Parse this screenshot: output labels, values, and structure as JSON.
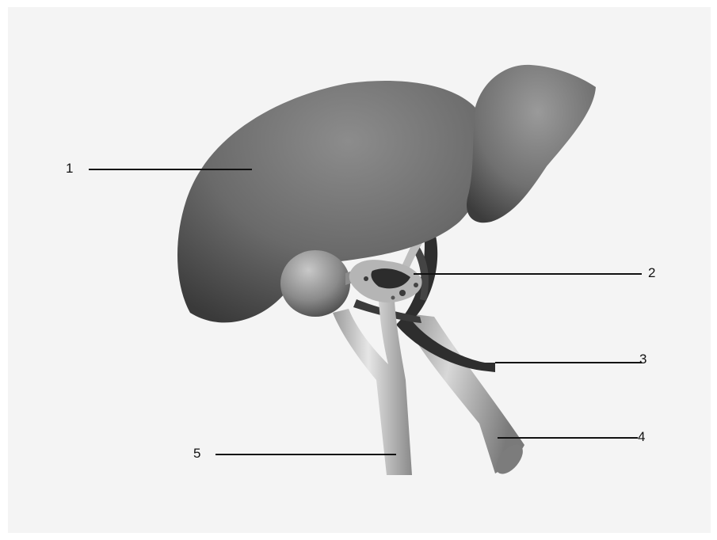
{
  "diagram": {
    "structures": [
      {
        "id": "liver",
        "icon": "liver-illustration"
      },
      {
        "id": "gallbladder",
        "icon": "gallbladder-illustration"
      },
      {
        "id": "hilar-lesion",
        "icon": "lesion-illustration"
      },
      {
        "id": "dark-duct",
        "icon": "dark-vessel-illustration"
      },
      {
        "id": "portal-trunk",
        "icon": "large-vessel-illustration"
      },
      {
        "id": "light-duct",
        "icon": "light-vessel-illustration"
      }
    ],
    "callouts": [
      {
        "key": "callout_1",
        "label": "1"
      },
      {
        "key": "callout_2",
        "label": "2"
      },
      {
        "key": "callout_3",
        "label": "3"
      },
      {
        "key": "callout_4",
        "label": "4"
      },
      {
        "key": "callout_5",
        "label": "5"
      }
    ],
    "colors": {
      "background": "#f4f4f4",
      "liver_base": "#6e6e6e",
      "vessel_dark": "#2a2a2a",
      "vessel_light": "#cfcfcf",
      "lesion": "#8a8a8a",
      "leader_line": "#111111"
    }
  }
}
